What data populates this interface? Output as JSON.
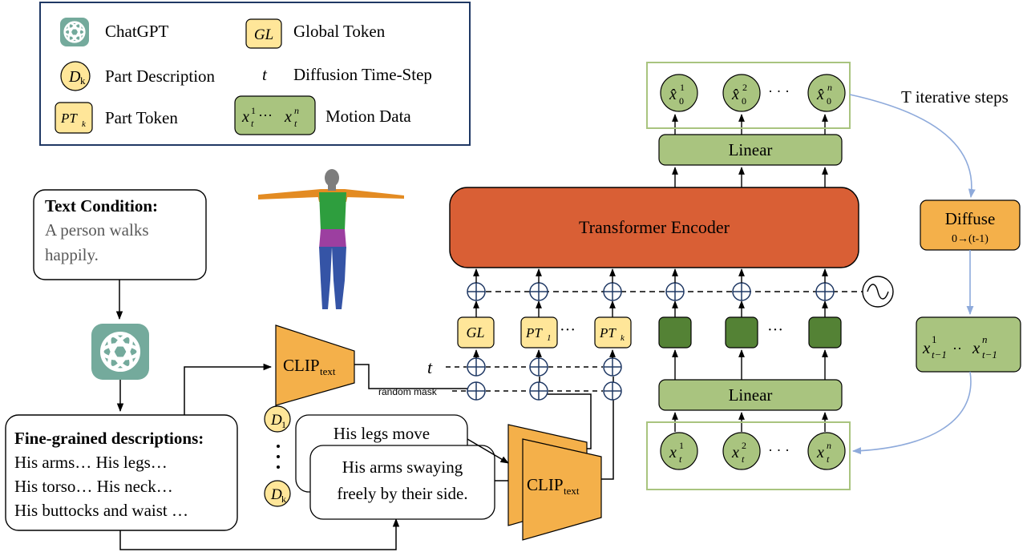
{
  "legend": {
    "chatgpt": "ChatGPT",
    "global_token_symbol": "GL",
    "global_token": "Global Token",
    "part_desc_symbol": "D",
    "part_desc_sub": "k",
    "part_description": "Part Description",
    "timestep_symbol": "t",
    "diffusion_timestep": "Diffusion Time-Step",
    "part_token_symbol": "PT",
    "part_token_sub": "k",
    "part_token": "Part Token",
    "motion_symbol": "x",
    "motion_sup_1": "1",
    "motion_sup_n": "n",
    "motion_sub": "t",
    "motion_dots": "···",
    "motion_data": "Motion Data"
  },
  "text_condition": {
    "title": "Text Condition:",
    "line1": "A person walks",
    "line2": "happily."
  },
  "fine_grained": {
    "title": "Fine-grained descriptions:",
    "line1": "His arms… His legs…",
    "line2": "His torso… His neck…",
    "line3": "His buttocks and waist …"
  },
  "clip_main": {
    "label": "CLIP",
    "sub": "text"
  },
  "clip_part": {
    "label": "CLIP",
    "sub": "text"
  },
  "part_desc": {
    "d1_symbol": "D",
    "d1_sub": "1",
    "dk_symbol": "D",
    "dk_sub": "k",
    "back_text": "His legs move",
    "front_line1": "His arms swaying",
    "front_line2": "freely by their side."
  },
  "inputs": {
    "t_label": "t",
    "random_mask": "random mask",
    "gl": "GL",
    "pt1": "PT",
    "pt1_sub": "1",
    "ptk": "PT",
    "ptk_sub": "k",
    "dots": "···"
  },
  "transformer": {
    "label": "Transformer Encoder"
  },
  "linear_top": {
    "label": "Linear"
  },
  "linear_bottom": {
    "label": "Linear"
  },
  "outputs": {
    "symbol": "x̂",
    "sub": "0",
    "sup_1": "1",
    "sup_2": "2",
    "sup_n": "n",
    "dots": "· · ·"
  },
  "noisy_inputs": {
    "symbol": "x",
    "sub": "t",
    "sup_1": "1",
    "sup_2": "2",
    "sup_n": "n",
    "dots": "· · ·"
  },
  "iterative": {
    "label": "T iterative steps"
  },
  "diffuse": {
    "label": "Diffuse",
    "sub": "0→(t-1)"
  },
  "x_prev": {
    "symbol": "x",
    "sub": "t−1",
    "sup_1": "1",
    "sup_n": "n",
    "dots": "··"
  },
  "colors": {
    "green_light": "#a9c47f",
    "green_dark": "#548235",
    "token_yellow": "#ffe699",
    "clip_orange": "#f4b04a",
    "transformer_red": "#d95f35",
    "frame_green": "#a9c47f",
    "arrow_blue": "#8eaadb",
    "body_green": "#2e9e3e",
    "body_orange": "#e38b22",
    "body_purple": "#9c3fa0",
    "body_blue": "#3554a6"
  }
}
